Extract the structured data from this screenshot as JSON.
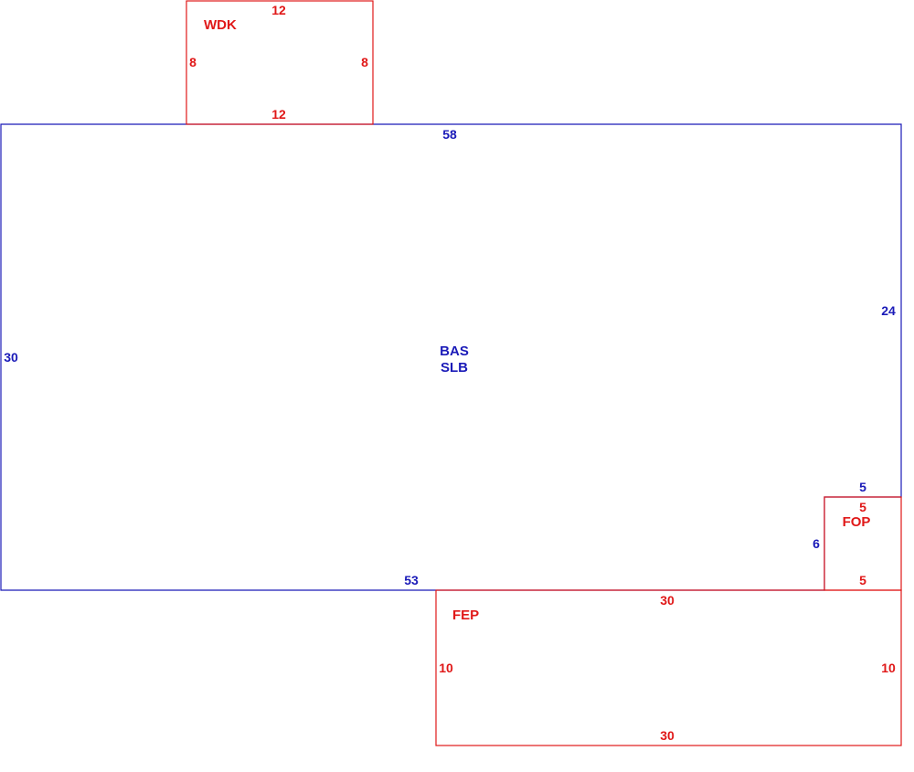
{
  "colors": {
    "base": "#1a1ab8",
    "addition": "#e01818"
  },
  "main_area": {
    "code": "BAS",
    "subcode": "SLB",
    "dimensions": {
      "top": "58",
      "left": "30",
      "right": "24",
      "bottom": "53",
      "notch_top": "5",
      "notch_side": "6"
    }
  },
  "wdk": {
    "code": "WDK",
    "dimensions": {
      "top": "12",
      "left": "8",
      "right": "8",
      "bottom": "12"
    }
  },
  "fop": {
    "code": "FOP",
    "dimensions": {
      "top": "5",
      "bottom": "5"
    }
  },
  "fep": {
    "code": "FEP",
    "dimensions": {
      "top": "30",
      "left": "10",
      "right": "10",
      "bottom": "30"
    }
  }
}
